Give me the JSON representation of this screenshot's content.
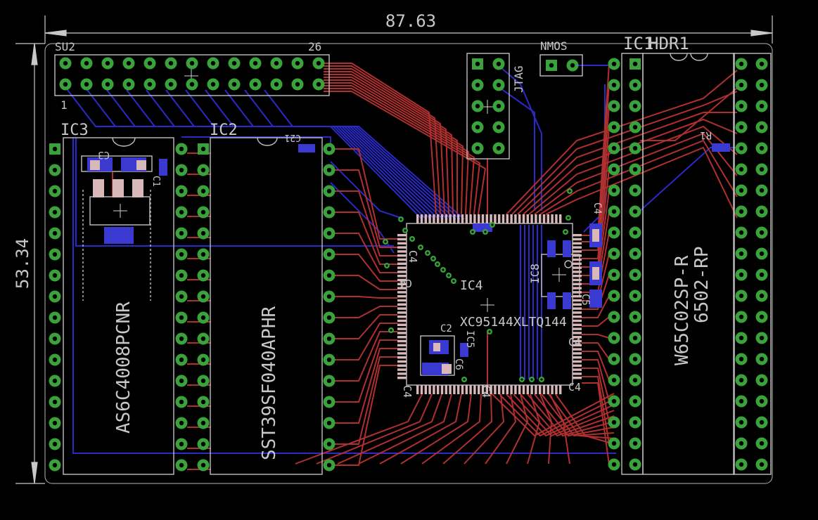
{
  "dimensions": {
    "width": "87.63",
    "height": "53.34"
  },
  "connectors": {
    "su2": {
      "name": "SU2",
      "pin_first": "1",
      "pin_last": "26"
    },
    "jtag": {
      "name": "JTAG"
    },
    "nmos": {
      "name": "NMOS"
    }
  },
  "components": {
    "ic3": {
      "ref": "IC3",
      "part": "AS6C4008PCNR"
    },
    "ic2": {
      "ref": "IC2",
      "part": "SST39SF040APHR"
    },
    "ic4": {
      "ref": "IC4",
      "part": "XC95144XLTQ144"
    },
    "ic1": {
      "ref": "IC1",
      "part_a": "W65C02SP-R",
      "part_b": "6502-RP"
    },
    "hdr1": {
      "ref": "HDR1"
    },
    "ic5": {
      "ref": "IC5"
    },
    "ic8": {
      "ref": "IC8"
    },
    "r1": {
      "ref": "R1"
    }
  },
  "small_labels": {
    "c3": "C3",
    "c21": "C21",
    "c1": "C1",
    "c4_a": "C4",
    "c4_b": "C4",
    "c4_c": "C4",
    "c4_d": "C4",
    "c4_e": "C4",
    "c4_f": "C4",
    "c4_g": "C4",
    "c2": "C2",
    "c6": "C6",
    "c5": "C5"
  },
  "colors": {
    "background": "#000000",
    "top_copper": "#b03030",
    "bottom_copper": "#2020c0",
    "pad": "#3aa23a",
    "silkscreen": "#c8c8c8",
    "smd_pad": "#d8b8b8",
    "smd_blue": "#3a3ad0"
  }
}
